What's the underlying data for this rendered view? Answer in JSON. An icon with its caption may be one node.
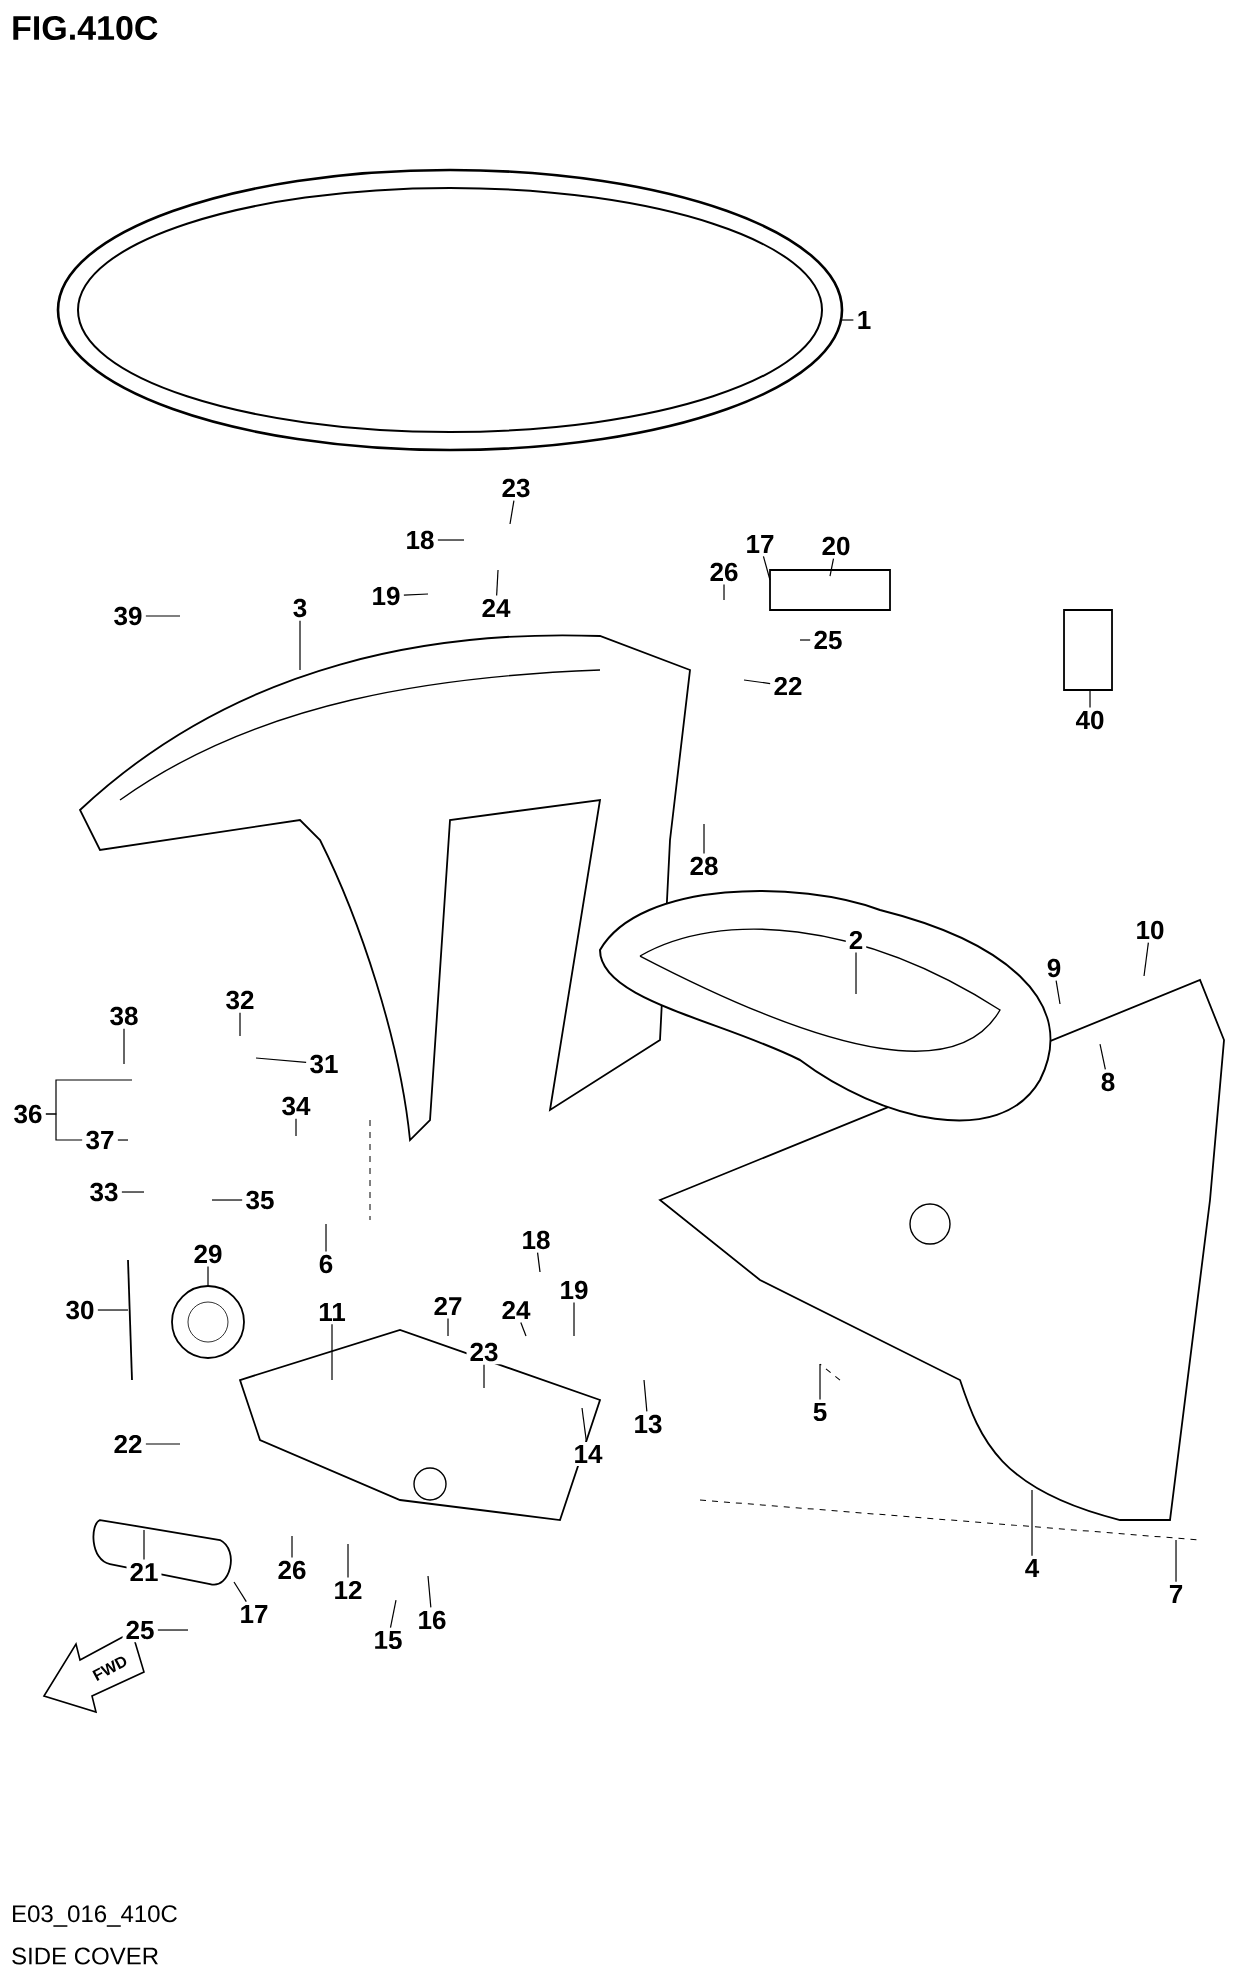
{
  "diagram": {
    "title": "FIG.410C",
    "caption": "SIDE COVER",
    "nodes": [
      {
        "text": [
          "1"
        ]
      },
      {
        "text": [
          "23"
        ]
      },
      {
        "text": [
          "18"
        ]
      },
      {
        "text": [
          "19"
        ]
      },
      {
        "text": [
          "24"
        ]
      },
      {
        "text": [
          "39"
        ]
      },
      {
        "text": [
          "3"
        ]
      },
      {
        "text": [
          "17"
        ]
      },
      {
        "text": [
          "20"
        ]
      },
      {
        "text": [
          "26"
        ]
      },
      {
        "text": [
          "25"
        ]
      },
      {
        "text": [
          "22"
        ]
      },
      {
        "text": [
          "40"
        ]
      },
      {
        "text": [
          "28"
        ]
      },
      {
        "text": [
          "2"
        ]
      },
      {
        "text": [
          "9"
        ]
      },
      {
        "text": [
          "10"
        ]
      },
      {
        "text": [
          "8"
        ]
      },
      {
        "text": [
          "38"
        ]
      },
      {
        "text": [
          "32"
        ]
      },
      {
        "text": [
          "31"
        ]
      },
      {
        "text": [
          "34"
        ]
      },
      {
        "text": [
          "36"
        ]
      },
      {
        "text": [
          "37"
        ]
      },
      {
        "text": [
          "33"
        ]
      },
      {
        "text": [
          "35"
        ]
      },
      {
        "text": [
          "6"
        ]
      },
      {
        "text": [
          "30"
        ]
      },
      {
        "text": [
          "29"
        ]
      },
      {
        "text": [
          "11"
        ]
      },
      {
        "text": [
          "27"
        ]
      },
      {
        "text": [
          "18"
        ]
      },
      {
        "text": [
          "24"
        ]
      },
      {
        "text": [
          "23"
        ]
      },
      {
        "text": [
          "19"
        ]
      },
      {
        "text": [
          "14"
        ]
      },
      {
        "text": [
          "13"
        ]
      },
      {
        "text": [
          "22"
        ]
      },
      {
        "text": [
          "5"
        ]
      },
      {
        "text": [
          "4"
        ]
      },
      {
        "text": [
          "7"
        ]
      },
      {
        "text": [
          "21"
        ]
      },
      {
        "text": [
          "25"
        ]
      },
      {
        "text": [
          "17"
        ]
      },
      {
        "text": [
          "26"
        ]
      },
      {
        "text": [
          "12"
        ]
      },
      {
        "text": [
          "16"
        ]
      },
      {
        "text": [
          "15"
        ]
      }
    ],
    "edges": [
      {
        "from": 0,
        "to": null,
        "arrow": "none"
      },
      {
        "from": 1,
        "to": null,
        "arrow": "none"
      },
      {
        "from": 2,
        "to": null,
        "arrow": "none"
      },
      {
        "from": 3,
        "to": null,
        "arrow": "none"
      },
      {
        "from": 4,
        "to": null,
        "arrow": "none"
      },
      {
        "from": 5,
        "to": null,
        "arrow": "none"
      },
      {
        "from": 6,
        "to": null,
        "arrow": "none"
      },
      {
        "from": 7,
        "to": null,
        "arrow": "none"
      },
      {
        "from": 8,
        "to": null,
        "arrow": "none"
      },
      {
        "from": 9,
        "to": null,
        "arrow": "none"
      },
      {
        "from": 10,
        "to": null,
        "arrow": "none"
      },
      {
        "from": 11,
        "to": null,
        "arrow": "none"
      },
      {
        "from": 12,
        "to": null,
        "arrow": "none"
      },
      {
        "from": 13,
        "to": null,
        "arrow": "none"
      },
      {
        "from": 14,
        "to": null,
        "arrow": "none"
      },
      {
        "from": 15,
        "to": null,
        "arrow": "none"
      },
      {
        "from": 16,
        "to": null,
        "arrow": "none"
      },
      {
        "from": 17,
        "to": null,
        "arrow": "none"
      },
      {
        "from": 18,
        "to": null,
        "arrow": "none"
      },
      {
        "from": 19,
        "to": null,
        "arrow": "none"
      },
      {
        "from": 20,
        "to": null,
        "arrow": "none"
      },
      {
        "from": 21,
        "to": null,
        "arrow": "none"
      },
      {
        "from": 22,
        "to": null,
        "arrow": "none"
      },
      {
        "from": 22,
        "to": 23,
        "arrow": "none"
      },
      {
        "from": 23,
        "to": null,
        "arrow": "none"
      },
      {
        "from": 24,
        "to": null,
        "arrow": "none"
      },
      {
        "from": 25,
        "to": null,
        "arrow": "none"
      },
      {
        "from": 26,
        "to": null,
        "arrow": "none"
      },
      {
        "from": 27,
        "to": null,
        "arrow": "none"
      },
      {
        "from": 28,
        "to": null,
        "arrow": "none"
      },
      {
        "from": 29,
        "to": null,
        "arrow": "none"
      },
      {
        "from": 30,
        "to": null,
        "arrow": "none"
      },
      {
        "from": 31,
        "to": null,
        "arrow": "none"
      },
      {
        "from": 32,
        "to": null,
        "arrow": "none"
      },
      {
        "from": 33,
        "to": null,
        "arrow": "none"
      },
      {
        "from": 34,
        "to": null,
        "arrow": "none"
      },
      {
        "from": 35,
        "to": null,
        "arrow": "none"
      },
      {
        "from": 36,
        "to": null,
        "arrow": "none"
      },
      {
        "from": 37,
        "to": null,
        "arrow": "none"
      },
      {
        "from": 38,
        "to": null,
        "arrow": "none"
      },
      {
        "from": 39,
        "to": null,
        "arrow": "none"
      },
      {
        "from": 40,
        "to": null,
        "arrow": "none"
      },
      {
        "from": 41,
        "to": null,
        "arrow": "none"
      },
      {
        "from": 42,
        "to": null,
        "arrow": "none"
      },
      {
        "from": 43,
        "to": null,
        "arrow": "none"
      },
      {
        "from": 44,
        "to": null,
        "arrow": "none"
      },
      {
        "from": 45,
        "to": null,
        "arrow": "none"
      },
      {
        "from": 46,
        "to": null,
        "arrow": "none"
      },
      {
        "from": 47,
        "to": null,
        "arrow": "none"
      }
    ],
    "labels": [
      "FWD",
      "E03_016_410C"
    ]
  }
}
